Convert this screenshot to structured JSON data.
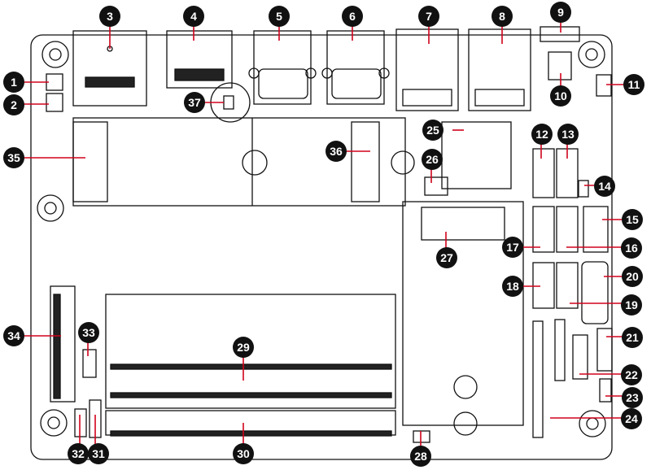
{
  "callouts": [
    {
      "id": "1",
      "label": "1"
    },
    {
      "id": "2",
      "label": "2"
    },
    {
      "id": "3",
      "label": "3"
    },
    {
      "id": "4",
      "label": "4"
    },
    {
      "id": "5",
      "label": "5"
    },
    {
      "id": "6",
      "label": "6"
    },
    {
      "id": "7",
      "label": "7"
    },
    {
      "id": "8",
      "label": "8"
    },
    {
      "id": "9",
      "label": "9"
    },
    {
      "id": "10",
      "label": "10"
    },
    {
      "id": "11",
      "label": "11"
    },
    {
      "id": "12",
      "label": "12"
    },
    {
      "id": "13",
      "label": "13"
    },
    {
      "id": "14",
      "label": "14"
    },
    {
      "id": "15",
      "label": "15"
    },
    {
      "id": "16",
      "label": "16"
    },
    {
      "id": "17",
      "label": "17"
    },
    {
      "id": "18",
      "label": "18"
    },
    {
      "id": "19",
      "label": "19"
    },
    {
      "id": "20",
      "label": "20"
    },
    {
      "id": "21",
      "label": "21"
    },
    {
      "id": "22",
      "label": "22"
    },
    {
      "id": "23",
      "label": "23"
    },
    {
      "id": "24",
      "label": "24"
    },
    {
      "id": "25",
      "label": "25"
    },
    {
      "id": "26",
      "label": "26"
    },
    {
      "id": "27",
      "label": "27"
    },
    {
      "id": "28",
      "label": "28"
    },
    {
      "id": "29",
      "label": "29"
    },
    {
      "id": "30",
      "label": "30"
    },
    {
      "id": "31",
      "label": "31"
    },
    {
      "id": "32",
      "label": "32"
    },
    {
      "id": "33",
      "label": "33"
    },
    {
      "id": "34",
      "label": "34"
    },
    {
      "id": "35",
      "label": "35"
    },
    {
      "id": "36",
      "label": "36"
    },
    {
      "id": "37",
      "label": "37"
    }
  ],
  "colors": {
    "outline": "#111111",
    "leader": "#d0021b",
    "callout_fill": "#111111",
    "callout_text": "#ffffff"
  }
}
